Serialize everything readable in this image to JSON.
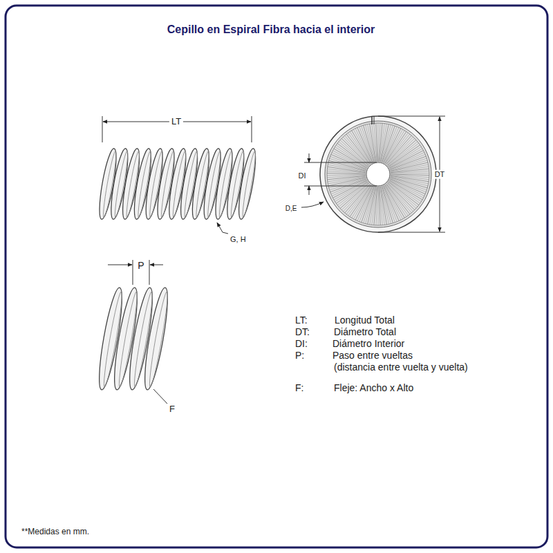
{
  "diagram": {
    "title": "Cepillo en Espiral Fibra hacia el interior",
    "labels": [
      "LT",
      "G, H",
      "DI",
      "DT",
      "D,E",
      "P",
      "F",
      "LT:",
      "Longitud Total",
      "DT:",
      "Diámetro Total",
      "DI:",
      "Diámetro Interior",
      "P:",
      "Paso entre vueltas",
      "(distancia entre vuelta y vuelta)",
      "F:",
      "Fleje: Ancho x Alto",
      "**Medidas en mm."
    ]
  }
}
